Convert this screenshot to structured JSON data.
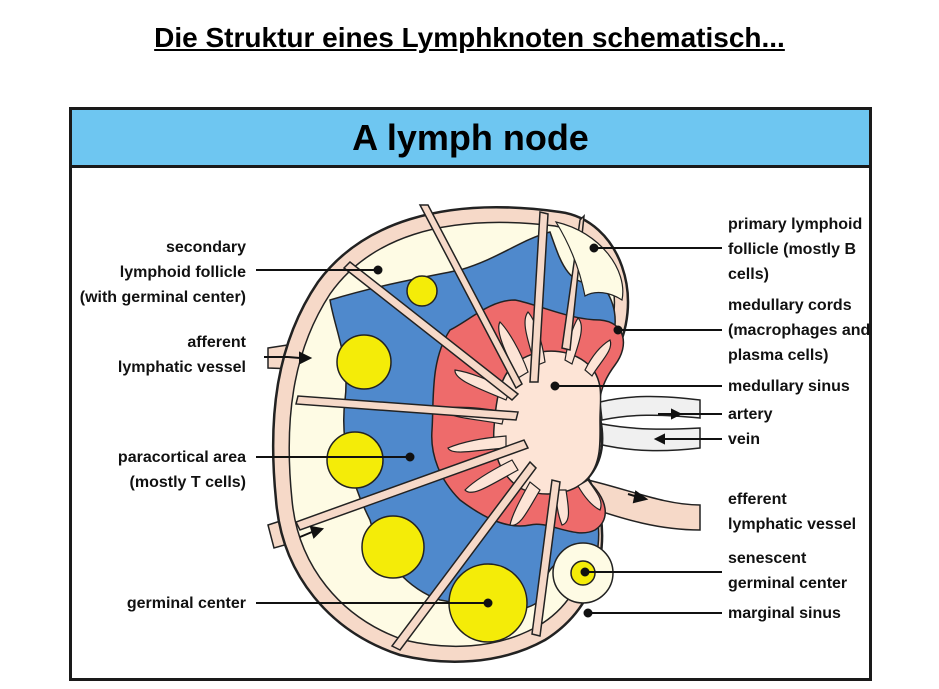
{
  "page": {
    "title": "Die Struktur eines Lymphknoten schematisch...",
    "diagram_title": "A lymph node"
  },
  "labels": {
    "secondary_follicle": [
      "secondary",
      "lymphoid follicle",
      "(with germinal center)"
    ],
    "afferent_vessel": [
      "afferent",
      "lymphatic vessel"
    ],
    "paracortical_area": [
      "paracortical area",
      "(mostly T cells)"
    ],
    "germinal_center": [
      "germinal center"
    ],
    "primary_follicle": [
      "primary lymphoid",
      "follicle (mostly B",
      "cells)"
    ],
    "medullary_cords": [
      "medullary cords",
      "(macrophages and",
      "plasma cells)"
    ],
    "medullary_sinus": [
      "medullary sinus"
    ],
    "artery": [
      "artery"
    ],
    "vein": [
      "vein"
    ],
    "efferent_vessel": [
      "efferent",
      "lymphatic vessel"
    ],
    "senescent_center": [
      "senescent",
      "germinal center"
    ],
    "marginal_sinus": [
      "marginal sinus"
    ]
  },
  "colors": {
    "capsule": "#f6d9c8",
    "follicle": "#fefbe4",
    "paracortex": "#4f89cc",
    "medullary_cords": "#ee6b6b",
    "medullary_sinus": "#fde4d6",
    "germinal_center": "#f4ec08",
    "header": "#6ec6f1"
  }
}
